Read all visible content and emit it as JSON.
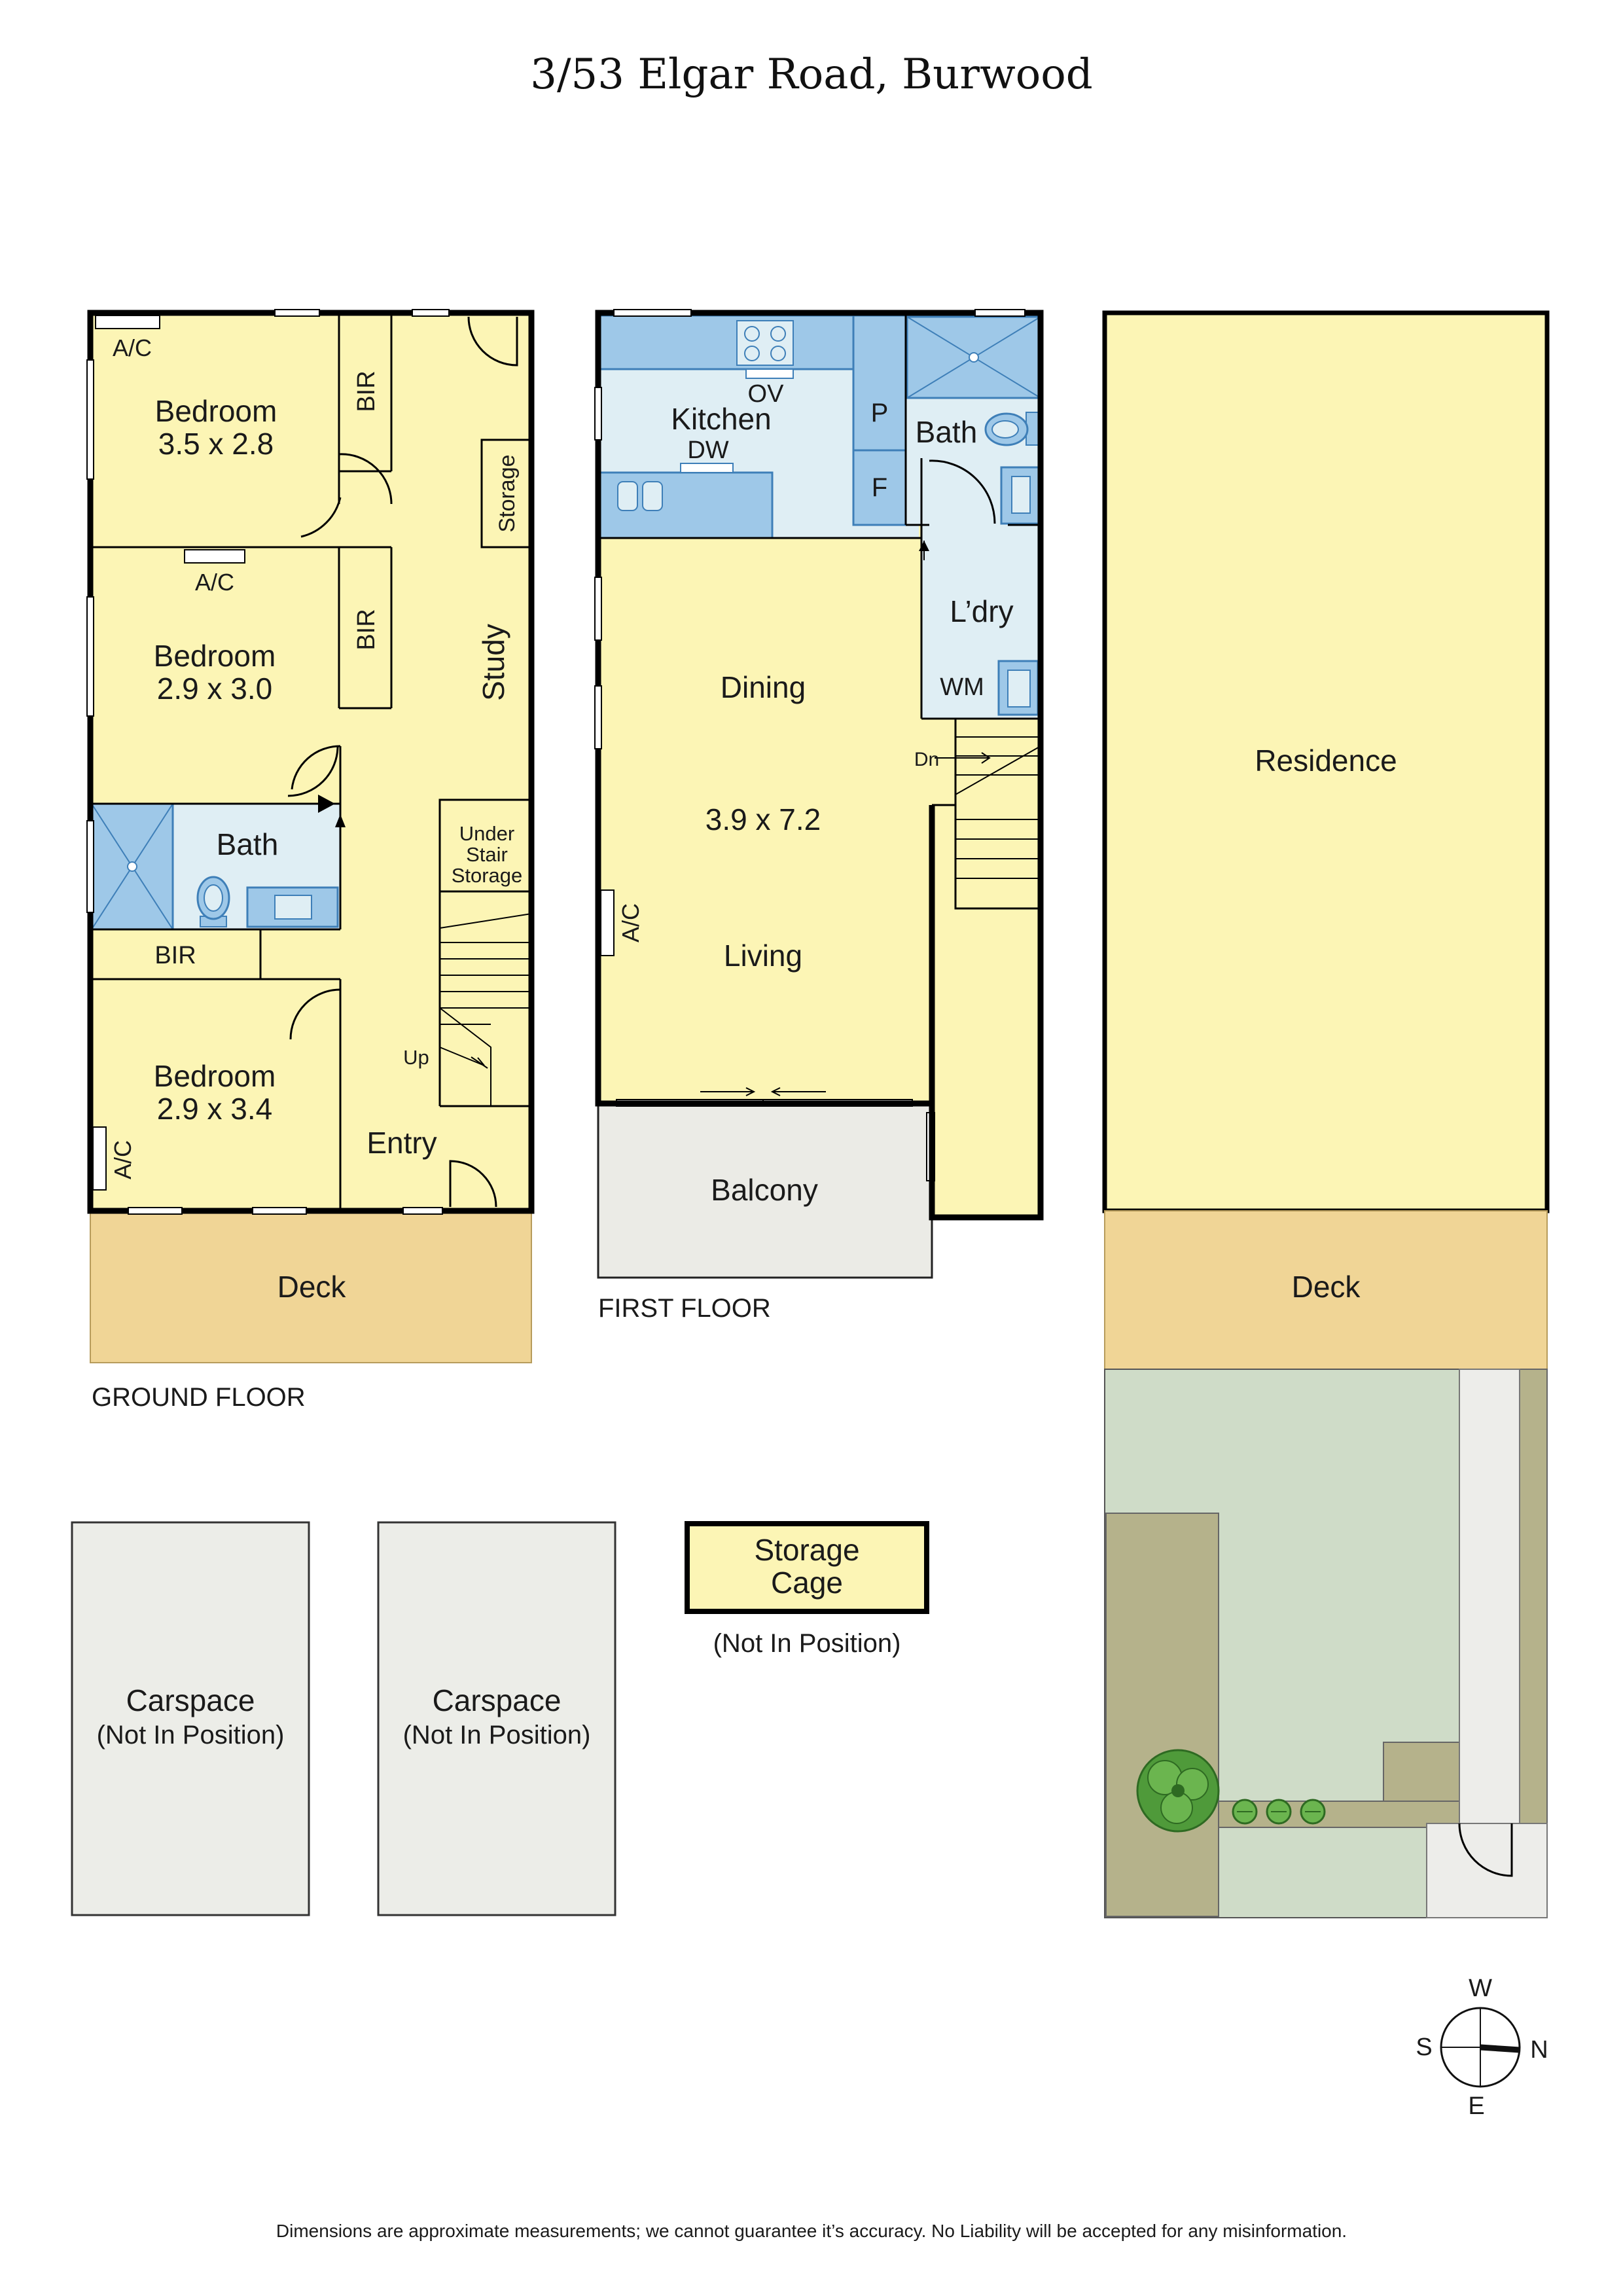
{
  "title": "3/53 Elgar Road, Burwood",
  "footer": "Dimensions are approximate measurements; we cannot guarantee it’s accuracy. No Liability will be accepted for any misinformation.",
  "colors": {
    "floor": "#fcf5b5",
    "deck": "#f0d596",
    "wet": "#dfeef4",
    "fixture": "#9ec8e8",
    "fixture_stroke": "#3e7fb8",
    "balcony": "#ebebe6",
    "carspace": "#ecede8",
    "lawn": "#cfdcc8",
    "garden_bed": "#b5b28b",
    "path": "#ededea",
    "tree": "#4f9a3a"
  },
  "ground_floor": {
    "label": "GROUND FLOOR",
    "rooms": {
      "bed1_name": "Bedroom",
      "bed1_dim": "3.5 x 2.8",
      "bed2_name": "Bedroom",
      "bed2_dim": "2.9 x 3.0",
      "bed3_name": "Bedroom",
      "bed3_dim": "2.9 x 3.4",
      "bath": "Bath",
      "bir1": "BIR",
      "bir2": "BIR",
      "bir3": "BIR",
      "ac1": "A/C",
      "ac2": "A/C",
      "ac3": "A/C",
      "study": "Study",
      "storage": "Storage",
      "under_stair_1": "Under",
      "under_stair_2": "Stair",
      "under_stair_3": "Storage",
      "up": "Up",
      "entry": "Entry",
      "deck": "Deck"
    }
  },
  "first_floor": {
    "label": "FIRST FLOOR",
    "rooms": {
      "kitchen": "Kitchen",
      "ov": "OV",
      "dw": "DW",
      "pantry": "P",
      "fridge": "F",
      "bath": "Bath",
      "laundry": "L’dry",
      "wm": "WM",
      "dn": "Dn",
      "dining": "Dining",
      "living_dim": "3.9 x 7.2",
      "living": "Living",
      "ac": "A/C",
      "balcony": "Balcony"
    }
  },
  "site": {
    "residence": "Residence",
    "deck": "Deck"
  },
  "carspace_1": {
    "name": "Carspace",
    "note": "(Not In Position)"
  },
  "carspace_2": {
    "name": "Carspace",
    "note": "(Not In Position)"
  },
  "storage_cage": {
    "name_1": "Storage",
    "name_2": "Cage",
    "note": "(Not In Position)"
  },
  "compass": {
    "n": "N",
    "s": "S",
    "e": "E",
    "w": "W"
  }
}
